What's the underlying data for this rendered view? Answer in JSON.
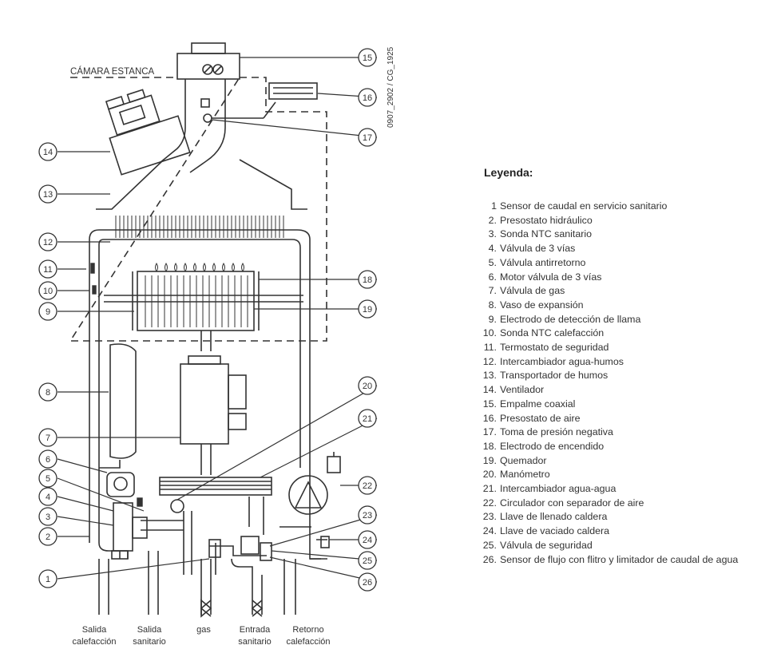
{
  "diagram": {
    "chamber_label": "CÁMARA ESTANCA",
    "reference_code": "0907_2902 / CG_1925",
    "callouts": [
      "1",
      "2",
      "3",
      "4",
      "5",
      "6",
      "7",
      "8",
      "9",
      "10",
      "11",
      "12",
      "13",
      "14",
      "15",
      "16",
      "17",
      "18",
      "19",
      "20",
      "21",
      "22",
      "23",
      "24",
      "25",
      "26"
    ],
    "connections": [
      {
        "line1": "Salida",
        "line2": "calefacción"
      },
      {
        "line1": "Salida",
        "line2": "sanitario"
      },
      {
        "line1": "gas",
        "line2": ""
      },
      {
        "line1": "Entrada",
        "line2": "sanitario"
      },
      {
        "line1": "Retorno",
        "line2": "calefacción"
      }
    ]
  },
  "legend": {
    "title": "Leyenda:",
    "items": [
      {
        "num": "1",
        "text": "Sensor de caudal en servicio sanitario"
      },
      {
        "num": "2.",
        "text": "Presostato hidráulico"
      },
      {
        "num": "3.",
        "text": "Sonda NTC sanitario"
      },
      {
        "num": "4.",
        "text": "Válvula de 3 vías"
      },
      {
        "num": "5.",
        "text": "Válvula antirretorno"
      },
      {
        "num": "6.",
        "text": "Motor válvula de 3 vías"
      },
      {
        "num": "7.",
        "text": "Válvula de gas"
      },
      {
        "num": "8.",
        "text": "Vaso de expansión"
      },
      {
        "num": "9.",
        "text": "Electrodo de detección de llama"
      },
      {
        "num": "10.",
        "text": "Sonda NTC calefacción"
      },
      {
        "num": "11.",
        "text": "Termostato de seguridad"
      },
      {
        "num": "12.",
        "text": "Intercambiador agua-humos"
      },
      {
        "num": "13.",
        "text": "Transportador de humos"
      },
      {
        "num": "14.",
        "text": "Ventilador"
      },
      {
        "num": "15.",
        "text": "Empalme coaxial"
      },
      {
        "num": "16.",
        "text": "Presostato de aire"
      },
      {
        "num": "17.",
        "text": "Toma de presión negativa"
      },
      {
        "num": "18.",
        "text": "Electrodo de encendido"
      },
      {
        "num": "19.",
        "text": "Quemador"
      },
      {
        "num": "20.",
        "text": "Manómetro"
      },
      {
        "num": "21.",
        "text": "Intercambiador agua-agua"
      },
      {
        "num": "22.",
        "text": "Circulador con separador de aire"
      },
      {
        "num": "23.",
        "text": "Llave de llenado caldera"
      },
      {
        "num": "24.",
        "text": "Llave de vaciado caldera"
      },
      {
        "num": "25.",
        "text": "Válvula de seguridad"
      },
      {
        "num": "26.",
        "text": "Sensor de flujo con flitro y limitador de caudal de agua"
      }
    ]
  }
}
